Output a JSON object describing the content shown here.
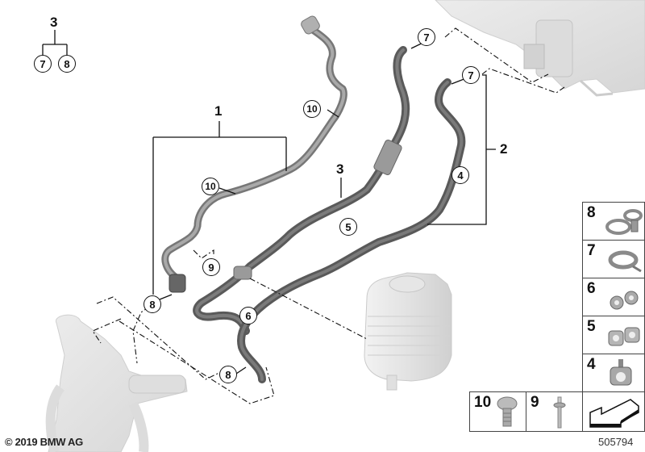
{
  "header": {
    "group_label": "3",
    "group_children": [
      "7",
      "8"
    ]
  },
  "assemblies": [
    {
      "id": "1",
      "label": "1"
    },
    {
      "id": "2",
      "label": "2"
    },
    {
      "id": "3",
      "label": "3"
    }
  ],
  "callouts": [
    {
      "id": "c7a",
      "label": "7"
    },
    {
      "id": "c7b",
      "label": "7"
    },
    {
      "id": "c10a",
      "label": "10"
    },
    {
      "id": "c10b",
      "label": "10"
    },
    {
      "id": "c4",
      "label": "4"
    },
    {
      "id": "c5",
      "label": "5"
    },
    {
      "id": "c9",
      "label": "9"
    },
    {
      "id": "c8a",
      "label": "8"
    },
    {
      "id": "c6",
      "label": "6"
    },
    {
      "id": "c8b",
      "label": "8"
    }
  ],
  "legend": {
    "items": [
      {
        "number": "8",
        "part": "double-hose-clamp"
      },
      {
        "number": "7",
        "part": "hose-clamp"
      },
      {
        "number": "6",
        "part": "double-pipe-holder"
      },
      {
        "number": "5",
        "part": "double-holder-clip"
      },
      {
        "number": "4",
        "part": "single-holder-clip"
      },
      {
        "number": "10",
        "part": "screw"
      },
      {
        "number": "9",
        "part": "rivet"
      }
    ],
    "direction_icon": "front-direction-arrow-icon"
  },
  "footer": {
    "copyright": "© 2019 BMW AG",
    "diagram_id": "505794"
  },
  "colors": {
    "hose_dark": "#5f5f5f",
    "hose_mid": "#8a8a8a",
    "ghost_part": "#e3e3e3",
    "line": "#111111"
  }
}
